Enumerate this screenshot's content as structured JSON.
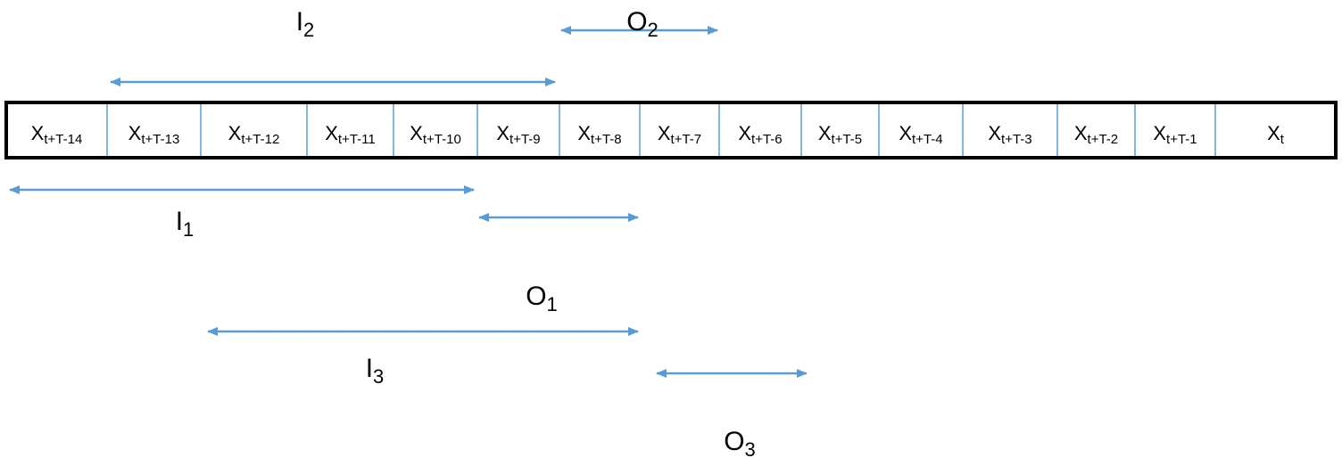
{
  "sequence": {
    "cells": [
      {
        "base": "X",
        "sub": "t+T-14"
      },
      {
        "base": "X",
        "sub": "t+T-13"
      },
      {
        "base": "X",
        "sub": "t+T-12"
      },
      {
        "base": "X",
        "sub": "t+T-11"
      },
      {
        "base": "X",
        "sub": "t+T-10"
      },
      {
        "base": "X",
        "sub": "t+T-9"
      },
      {
        "base": "X",
        "sub": "t+T-8"
      },
      {
        "base": "X",
        "sub": "t+T-7"
      },
      {
        "base": "X",
        "sub": "t+T-6"
      },
      {
        "base": "X",
        "sub": "t+T-5"
      },
      {
        "base": "X",
        "sub": "t+T-4"
      },
      {
        "base": "X",
        "sub": "t+T-3"
      },
      {
        "base": "X",
        "sub": "t+T-2"
      },
      {
        "base": "X",
        "sub": "t+T-1"
      },
      {
        "base": "X",
        "sub": "t"
      }
    ]
  },
  "windows": [
    {
      "id": "I2",
      "base": "I",
      "sub": "2",
      "from": 1,
      "to": 6
    },
    {
      "id": "O2",
      "base": "O",
      "sub": "2",
      "from": 6,
      "to": 8
    },
    {
      "id": "I1",
      "base": "I",
      "sub": "1",
      "from": 0,
      "to": 5
    },
    {
      "id": "O1",
      "base": "O",
      "sub": "1",
      "from": 5,
      "to": 7
    },
    {
      "id": "I3",
      "base": "I",
      "sub": "3",
      "from": 2,
      "to": 7
    },
    {
      "id": "O3",
      "base": "O",
      "sub": "3",
      "from": 7,
      "to": 9
    }
  ],
  "colors": {
    "arrow": "#5b9bd5",
    "divider": "#5b9bd5",
    "border": "#000000",
    "text": "#000000"
  }
}
